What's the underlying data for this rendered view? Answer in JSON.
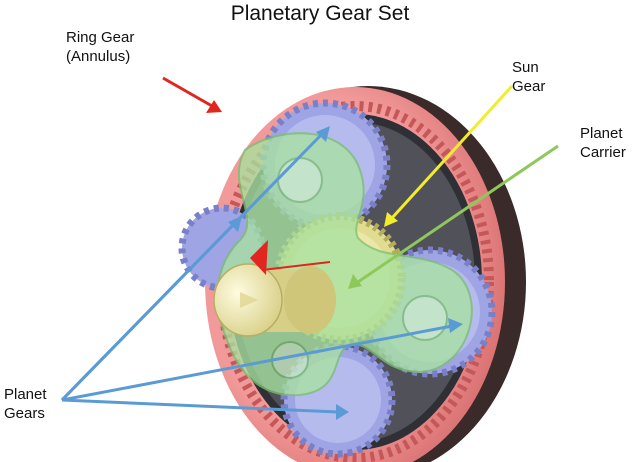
{
  "title": "Planetary Gear Set",
  "labels": {
    "ring_gear": [
      "Ring Gear",
      "(Annulus)"
    ],
    "sun_gear": [
      "Sun",
      "Gear"
    ],
    "planet_carrier": [
      "Planet",
      "Carrier"
    ],
    "planet_gears": [
      "Planet",
      "Gears"
    ]
  },
  "colors": {
    "ring_gear": "#e98080",
    "ring_gear_dark": "#b04848",
    "planet_gears": "#9ea4e4",
    "carrier": "#a8e2a0",
    "sun_gear": "#e8e6a0",
    "shaft": "#f4efb4",
    "arrow_ring": "#e0261f",
    "arrow_sun": "#f2ec2c",
    "arrow_carrier": "#8ec85a",
    "arrow_planets": "#5b9bd5"
  }
}
